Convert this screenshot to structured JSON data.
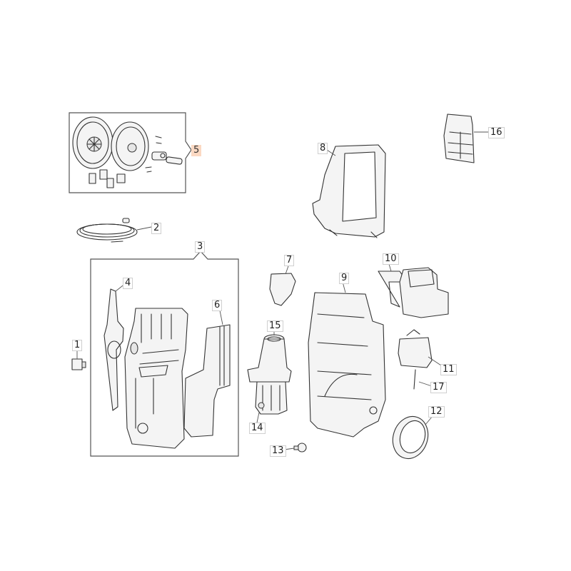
{
  "diagram": {
    "type": "exploded-parts-view",
    "subject": "pressure washer",
    "highlight_color": "#fbd9c3",
    "selected_part": "5",
    "callouts": [
      {
        "id": "1",
        "label": "1"
      },
      {
        "id": "2",
        "label": "2"
      },
      {
        "id": "3",
        "label": "3"
      },
      {
        "id": "4",
        "label": "4"
      },
      {
        "id": "5",
        "label": "5"
      },
      {
        "id": "6",
        "label": "6"
      },
      {
        "id": "7",
        "label": "7"
      },
      {
        "id": "8",
        "label": "8"
      },
      {
        "id": "9",
        "label": "9"
      },
      {
        "id": "10",
        "label": "10"
      },
      {
        "id": "11",
        "label": "11"
      },
      {
        "id": "12",
        "label": "12"
      },
      {
        "id": "13",
        "label": "13"
      },
      {
        "id": "14",
        "label": "14"
      },
      {
        "id": "15",
        "label": "15"
      },
      {
        "id": "16",
        "label": "16"
      },
      {
        "id": "17",
        "label": "17"
      }
    ]
  }
}
